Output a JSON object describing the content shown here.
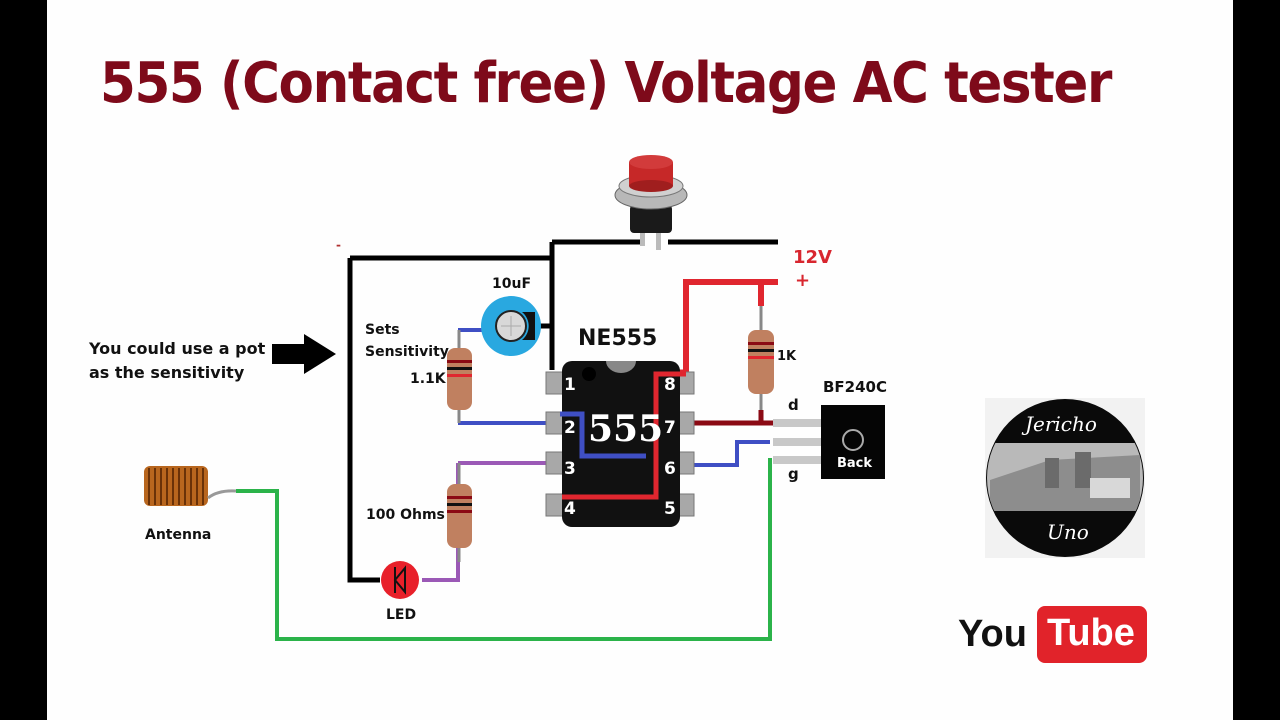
{
  "title": "555 (Contact free) Voltage AC tester",
  "annotation": {
    "line1": "You could use a pot",
    "line2": "as the sensitivity",
    "arrow_icon": "right-arrow-icon"
  },
  "components": {
    "push_button": {
      "icon": "push-button-icon",
      "color": "#c62828"
    },
    "capacitor": {
      "label": "10uF",
      "color": "#29a8e0"
    },
    "sensitivity_resistor": {
      "label_line1": "Sets",
      "label_line2": "Sensitivity",
      "value": "1.1K"
    },
    "led_resistor": {
      "value": "100 Ohms"
    },
    "pullup_resistor": {
      "value": "1K"
    },
    "ic": {
      "label": "NE555",
      "body_text": "555",
      "pins": [
        "1",
        "2",
        "3",
        "4",
        "5",
        "6",
        "7",
        "8"
      ]
    },
    "transistor": {
      "label": "BF240C",
      "back_label": "Back",
      "pins": {
        "d": "d",
        "g": "g"
      }
    },
    "led": {
      "label": "LED",
      "color": "#e8202a"
    },
    "antenna": {
      "label": "Antenna"
    }
  },
  "power": {
    "voltage": "12V",
    "plus": "+",
    "minus": "-"
  },
  "wire_colors": {
    "ground": "#000000",
    "vcc": "#e0262f",
    "drain": "#8b0a14",
    "trigger": "#3f4fc4",
    "output": "#9b59b6",
    "antenna": "#2bb34a"
  },
  "branding": {
    "logo_top": "Jericho",
    "logo_bottom": "Uno",
    "youtube_you": "You",
    "youtube_tube": "Tube"
  }
}
